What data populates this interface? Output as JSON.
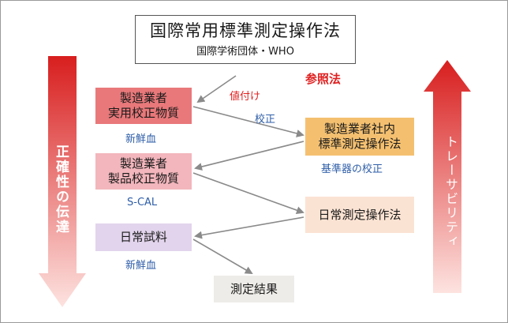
{
  "top": {
    "title": "国際常用標準測定操作法",
    "subtitle": "国際学術団体・WHO"
  },
  "labels": {
    "reference_method": "参照法",
    "value_assignment": "値付け",
    "calibration": "校正",
    "reference_calibration": "基準器の校正",
    "fresh_blood_1": "新鮮血",
    "scal": "S-CAL",
    "fresh_blood_2": "新鮮血"
  },
  "boxes": {
    "mfr_material": [
      "製造業者",
      "実用校正物質"
    ],
    "mfr_product": [
      "製造業者",
      "製品校正物質"
    ],
    "daily_sample": "日常試料",
    "inhouse_proc": [
      "製造業者社内",
      "標準測定操作法"
    ],
    "daily_proc": "日常測定操作法",
    "result": "測定結果"
  },
  "side": {
    "accuracy": "正確性の伝達",
    "traceability": "トレーサビリティ"
  },
  "colors": {
    "accent_red": "#e02020",
    "label_blue": "#2e5ea8",
    "mfr_material_fill": "#e8787a",
    "mfr_product_fill": "#f2b6bc",
    "daily_sample_fill": "#e2d4ec",
    "inhouse_fill": "#f4c070",
    "daily_proc_fill": "#fbe3d3",
    "result_fill": "#eeece8"
  }
}
